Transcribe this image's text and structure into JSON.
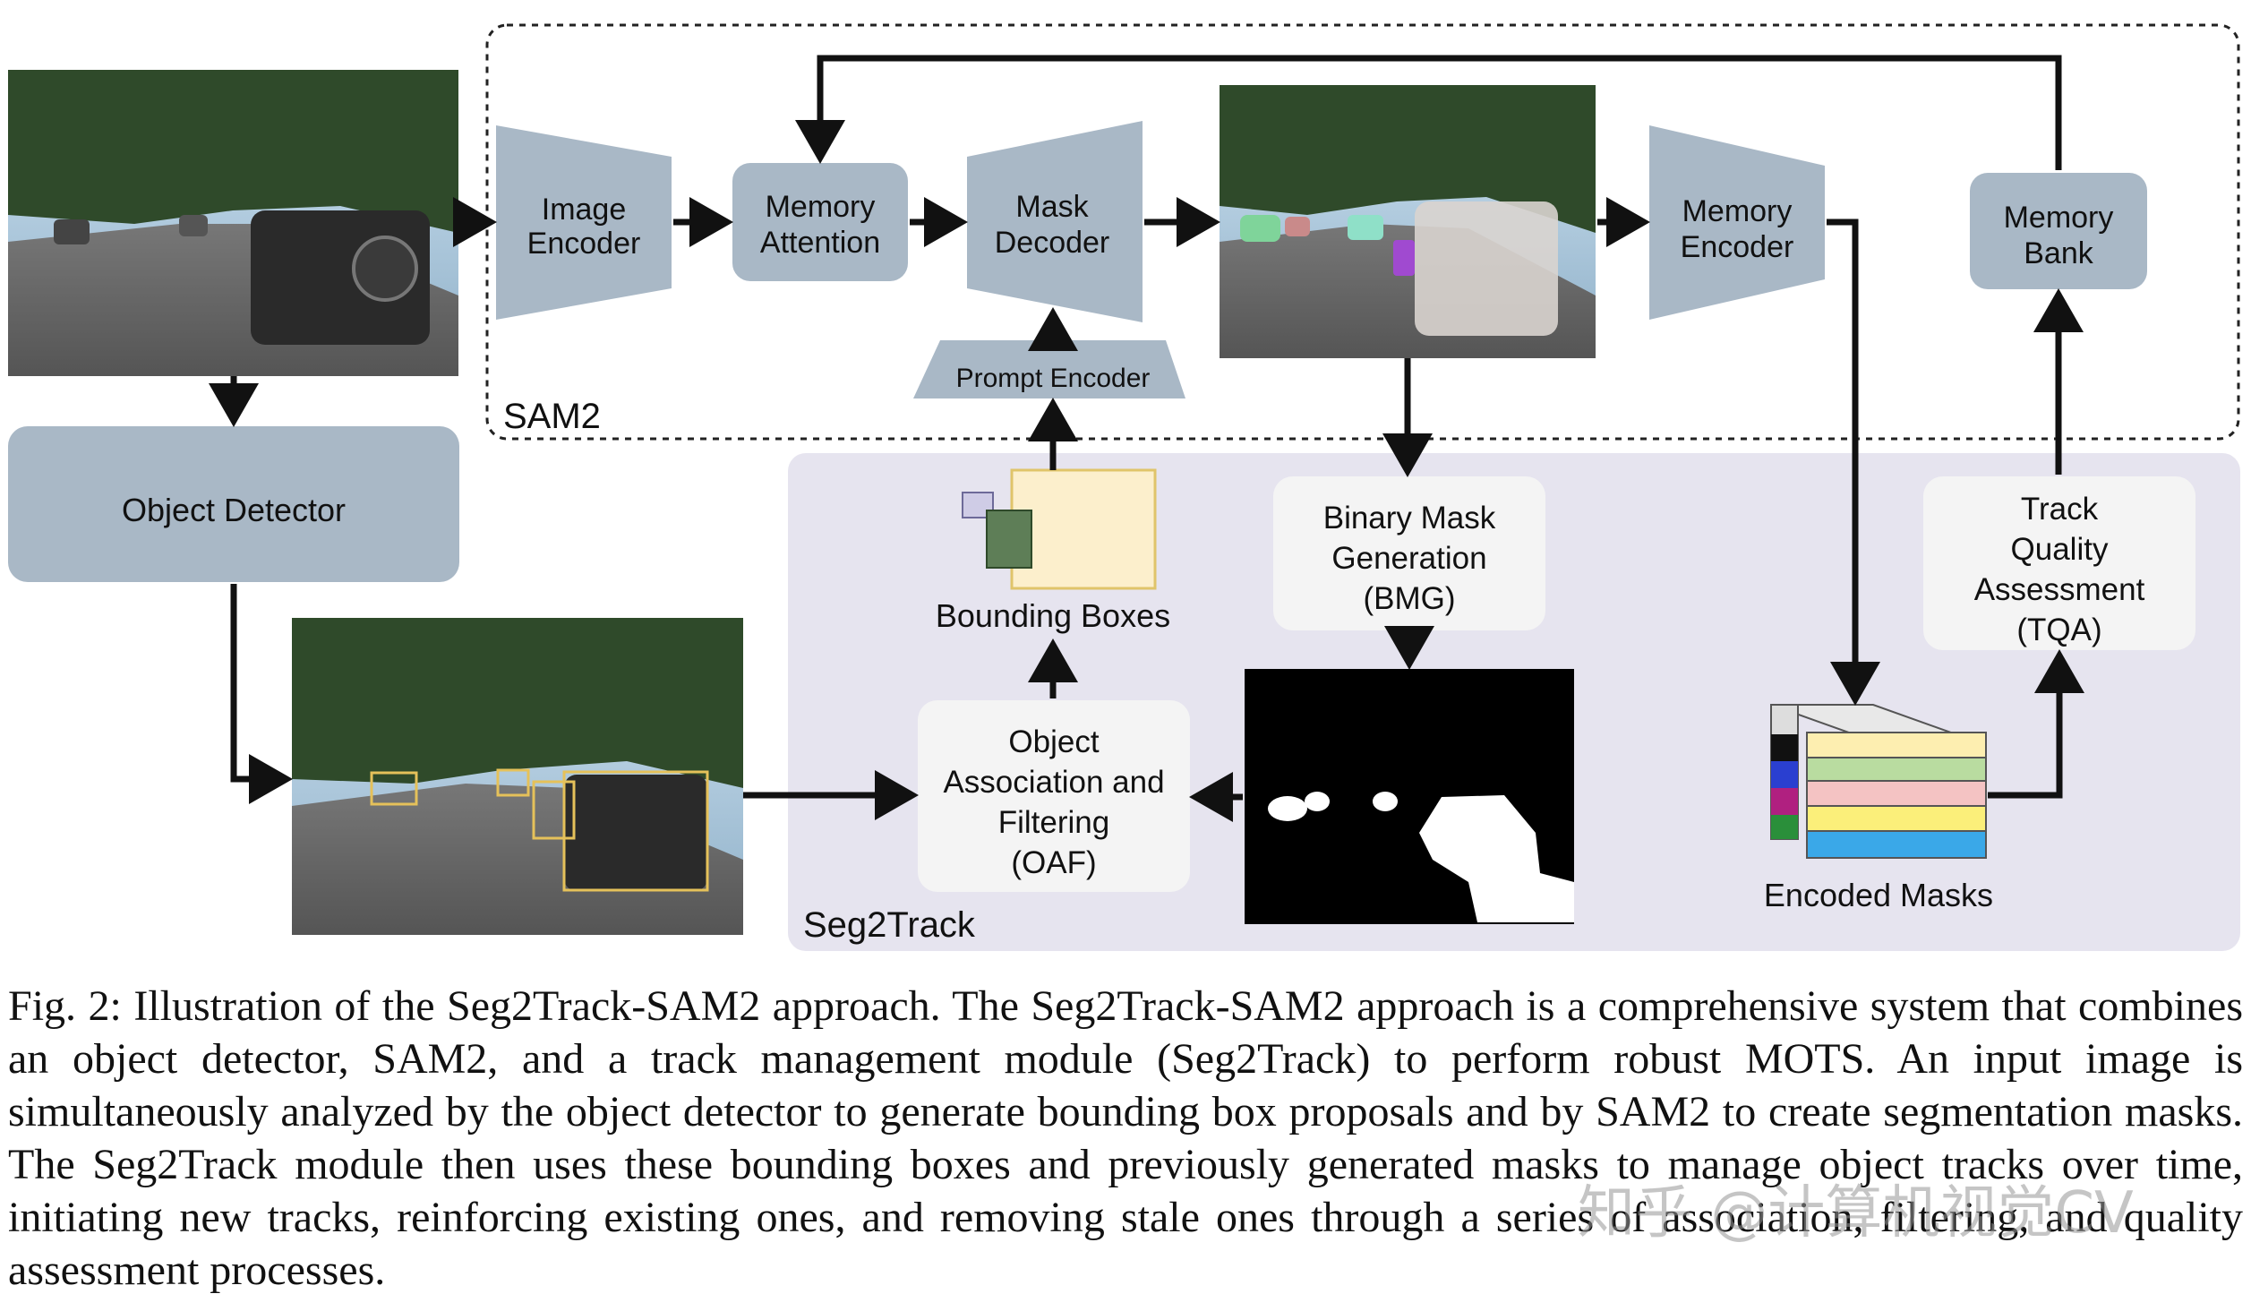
{
  "diagram": {
    "sam2_label": "SAM2",
    "seg2track_label": "Seg2Track",
    "image_encoder": [
      "Image",
      "Encoder"
    ],
    "memory_attention": [
      "Memory",
      "Attention"
    ],
    "mask_decoder": [
      "Mask",
      "Decoder"
    ],
    "prompt_encoder": "Prompt Encoder",
    "memory_encoder": [
      "Memory",
      "Encoder"
    ],
    "memory_bank": [
      "Memory",
      "Bank"
    ],
    "object_detector": "Object Detector",
    "bounding_boxes": "Bounding Boxes",
    "bmg": [
      "Binary Mask",
      "Generation",
      "(BMG)"
    ],
    "tqa": [
      "Track",
      "Quality",
      "Assessment",
      "(TQA)"
    ],
    "oaf": [
      "Object",
      "Association and",
      "Filtering",
      "(OAF)"
    ],
    "encoded_masks": "Encoded Masks"
  },
  "colors": {
    "module_fill": "#a9b8c6",
    "seg2track_bg": "#e6e4ef",
    "submodule_fill": "#f4f4f4",
    "bbox_yellow": "#fcefcc",
    "bbox_green": "#5e7e57",
    "bbox_purple": "#cfcce6"
  },
  "caption": "Fig. 2: Illustration of the Seg2Track-SAM2 approach. The Seg2Track-SAM2 approach is a comprehensive system that combines an object detector, SAM2, and a track management module (Seg2Track) to perform robust MOTS. An input image is simultaneously analyzed by the object detector to generate bounding box proposals and by SAM2 to create segmentation masks. The Seg2Track module then uses these bounding boxes and previously generated masks to manage object tracks over time, initiating new tracks, reinforcing existing ones, and removing stale ones through a series of association, filtering, and quality assessment processes.",
  "watermark": "知乎 @计算机视觉CV"
}
